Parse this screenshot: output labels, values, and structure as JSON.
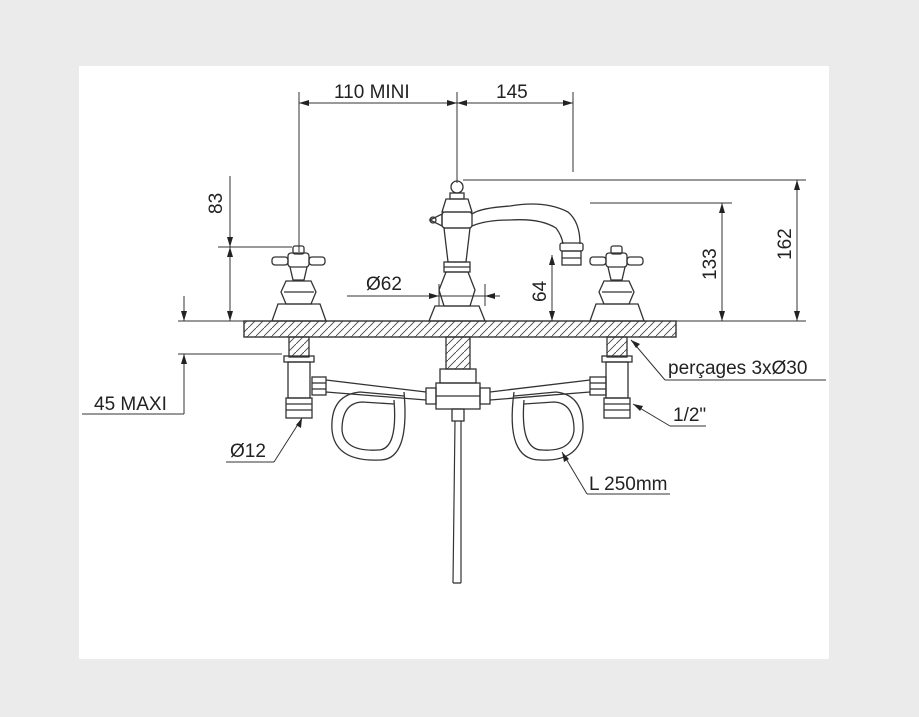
{
  "colors": {
    "background": "#ebebeb",
    "sheet": "#ffffff",
    "ink": "#222222"
  },
  "dimensions": {
    "spread_min": "110 MINI",
    "spout_reach": "145",
    "handle_height": "83",
    "body_diameter": "Ø62",
    "base_height": "64",
    "spout_outlet_height": "133",
    "total_height": "162",
    "max_deck_thickness": "45 MAXI",
    "hole_drilling": "perçages 3xØ30",
    "supply_connection": "1/2\"",
    "pipe_diameter": "Ø12",
    "hose_length": "L 250mm"
  }
}
